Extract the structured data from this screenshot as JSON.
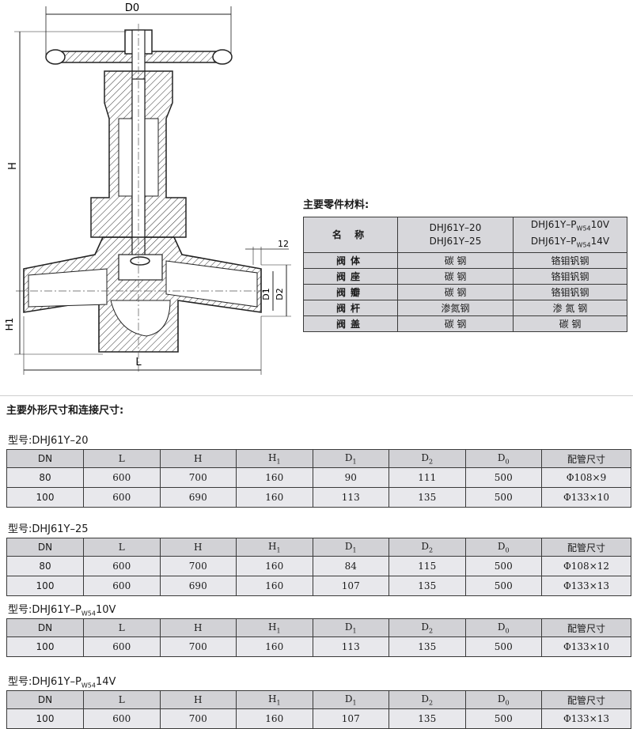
{
  "drawing": {
    "labels": {
      "d0": "D0",
      "h": "H",
      "h1": "H1",
      "l": "L",
      "d1": "D1",
      "d2": "D2",
      "w": "12"
    }
  },
  "materials": {
    "title": "主要零件材料:",
    "header": {
      "name": "名  称",
      "col1": [
        "DHJ61Y–20",
        "DHJ61Y–25"
      ],
      "col2": [
        "DHJ61Y–P",
        "W54",
        "10V",
        "DHJ61Y–P",
        "W54",
        "14V"
      ]
    },
    "rows": [
      {
        "name": "阀体",
        "a": "碳  钢",
        "b": "铬钼钒钢"
      },
      {
        "name": "阀座",
        "a": "碳  钢",
        "b": "铬钼钒钢"
      },
      {
        "name": "阀瓣",
        "a": "碳  钢",
        "b": "铬钼钒钢"
      },
      {
        "name": "阀杆",
        "a": "渗氮钢",
        "b": "渗 氮 钢"
      },
      {
        "name": "阀盖",
        "a": "碳  钢",
        "b": "碳    钢"
      }
    ]
  },
  "dimensions": {
    "title": "主要外形尺寸和连接尺寸:",
    "header": {
      "dn": "DN",
      "l": "L",
      "h": "H",
      "h1": "H",
      "h1_sub": "1",
      "d1": "D",
      "d1_sub": "1",
      "d2": "D",
      "d2_sub": "2",
      "d0": "D",
      "d0_sub": "0",
      "pipe": "配管尺寸"
    },
    "tables": [
      {
        "model_prefix": "型号:",
        "model": "DHJ61Y–20",
        "model_sub": "",
        "model_suffix": "",
        "rows": [
          {
            "dn": "80",
            "l": "600",
            "h": "700",
            "h1": "160",
            "d1": "90",
            "d2": "111",
            "d0": "500",
            "pipe": "Φ108×9"
          },
          {
            "dn": "100",
            "l": "600",
            "h": "690",
            "h1": "160",
            "d1": "113",
            "d2": "135",
            "d0": "500",
            "pipe": "Φ133×10"
          }
        ]
      },
      {
        "model_prefix": "型号:",
        "model": "DHJ61Y–25",
        "model_sub": "",
        "model_suffix": "",
        "rows": [
          {
            "dn": "80",
            "l": "600",
            "h": "700",
            "h1": "160",
            "d1": "84",
            "d2": "115",
            "d0": "500",
            "pipe": "Φ108×12"
          },
          {
            "dn": "100",
            "l": "600",
            "h": "690",
            "h1": "160",
            "d1": "107",
            "d2": "135",
            "d0": "500",
            "pipe": "Φ133×13"
          }
        ]
      },
      {
        "model_prefix": "型号:",
        "model": "DHJ61Y–P",
        "model_sub": "W54",
        "model_suffix": "10V",
        "rows": [
          {
            "dn": "100",
            "l": "600",
            "h": "700",
            "h1": "160",
            "d1": "113",
            "d2": "135",
            "d0": "500",
            "pipe": "Φ133×10"
          }
        ]
      },
      {
        "model_prefix": "型号:",
        "model": "DHJ61Y–P",
        "model_sub": "W54",
        "model_suffix": "14V",
        "rows": [
          {
            "dn": "100",
            "l": "600",
            "h": "700",
            "h1": "160",
            "d1": "107",
            "d2": "135",
            "d0": "500",
            "pipe": "Φ133×13"
          }
        ]
      }
    ]
  }
}
